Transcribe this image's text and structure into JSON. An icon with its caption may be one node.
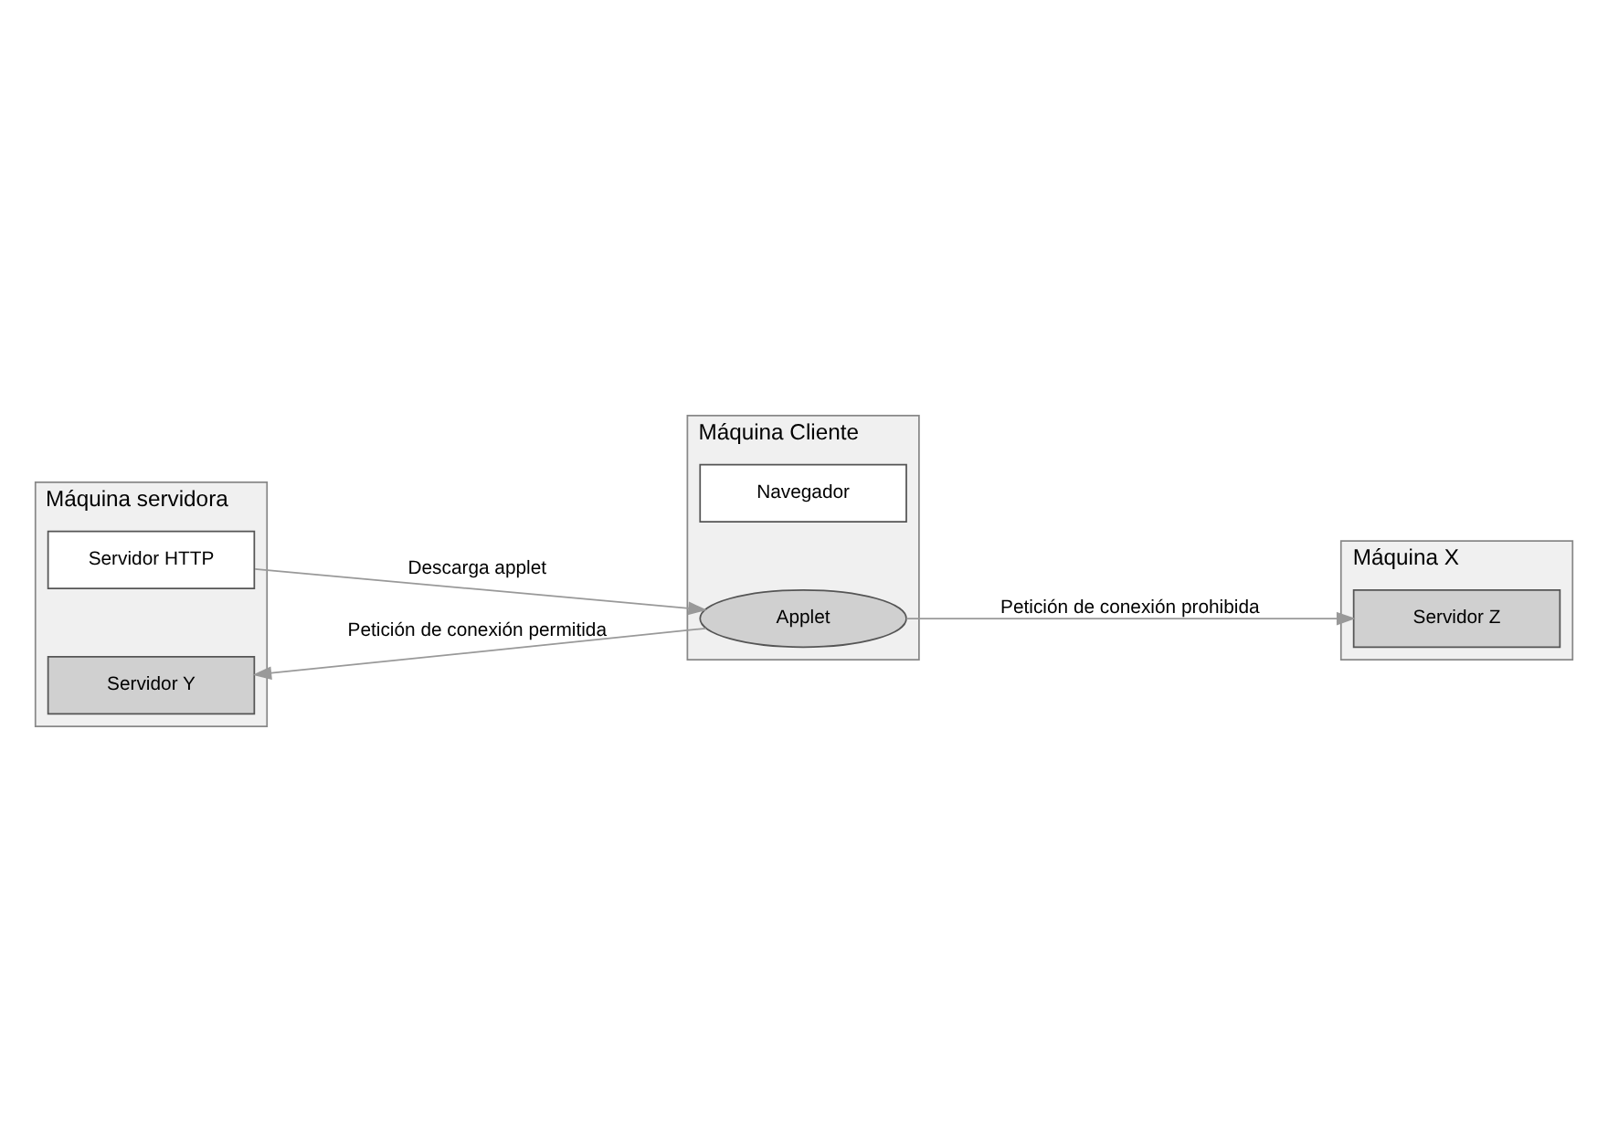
{
  "diagram": {
    "nodes": [
      {
        "text": [
          "Máquina servidora"
        ]
      },
      {
        "text": [
          "Servidor HTTP"
        ],
        "in": 0
      },
      {
        "text": [
          "Servidor Y"
        ],
        "in": 0
      },
      {
        "text": [
          "Máquina Cliente"
        ]
      },
      {
        "text": [
          "Navegador"
        ],
        "in": 3
      },
      {
        "text": [
          "Applet"
        ],
        "in": 3
      },
      {
        "text": [
          "Máquina X"
        ]
      },
      {
        "text": [
          "Servidor Z"
        ],
        "in": 6
      }
    ],
    "edges": [
      {
        "from": 1,
        "to": 5,
        "arrow": "to",
        "label": "Descarga applet"
      },
      {
        "from": 5,
        "to": 2,
        "arrow": "to",
        "label": "Petición de conexión permitida"
      },
      {
        "from": 5,
        "to": 7,
        "arrow": "to",
        "label": "Petición de conexión prohibida"
      }
    ]
  }
}
